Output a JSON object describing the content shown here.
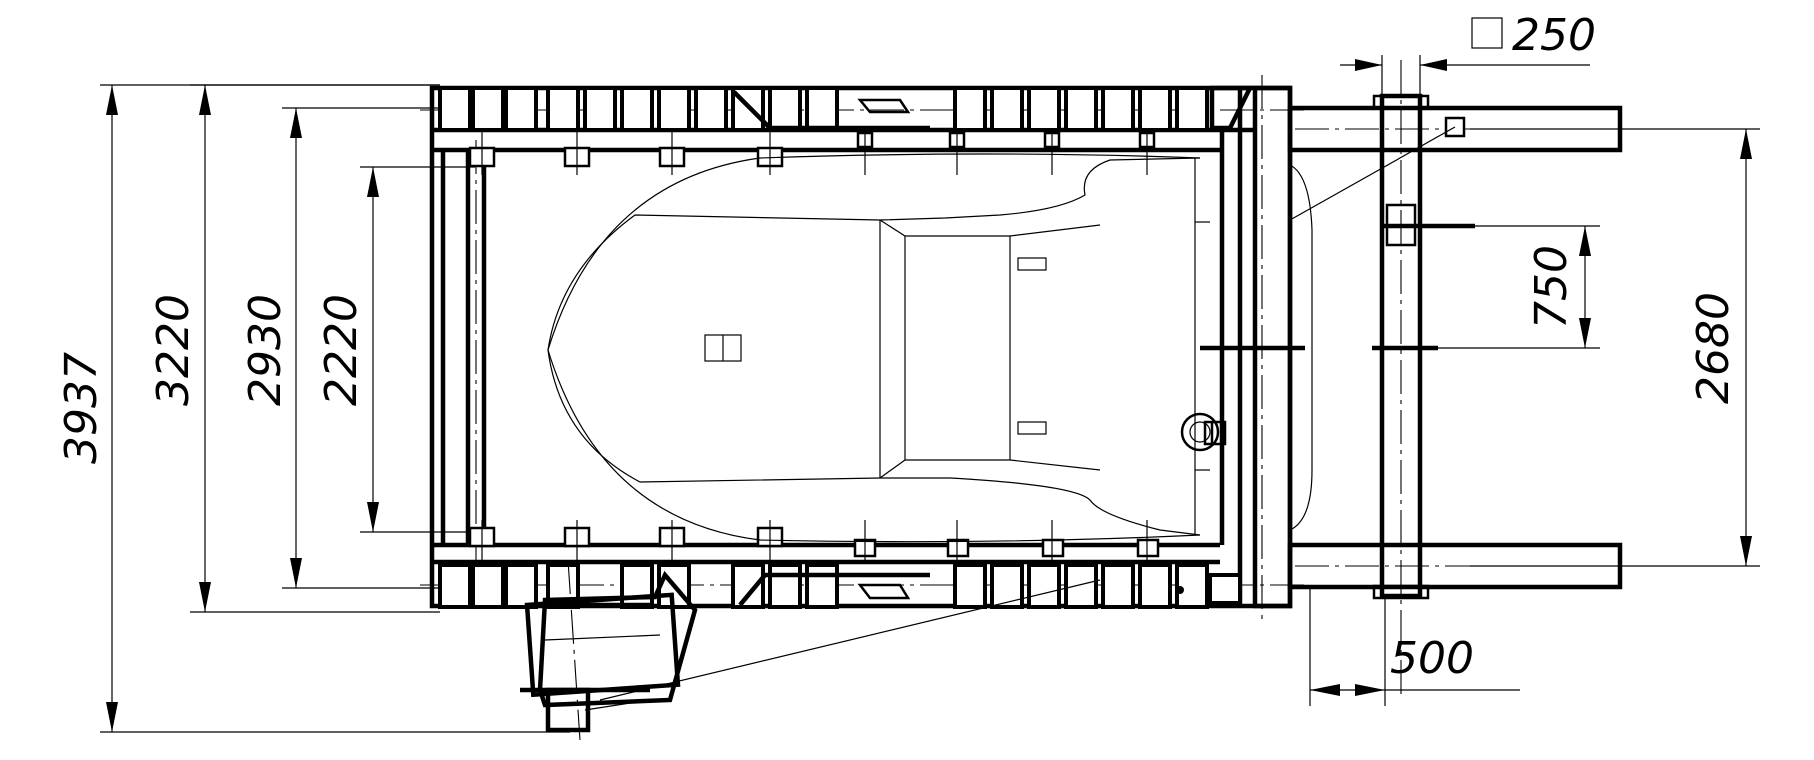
{
  "drawing": {
    "type": "plan view engineering drawing",
    "dimensions": {
      "overall_width": "3937",
      "rail_span": "3220",
      "frame_span": "2930",
      "inner_span": "2220",
      "beam_span": "2680",
      "bracket_spacing": "750",
      "offset": "500",
      "square_section_symbol": "□",
      "square_section_size": "250"
    },
    "colors": {
      "line": "#000000",
      "background": "#ffffff"
    }
  }
}
